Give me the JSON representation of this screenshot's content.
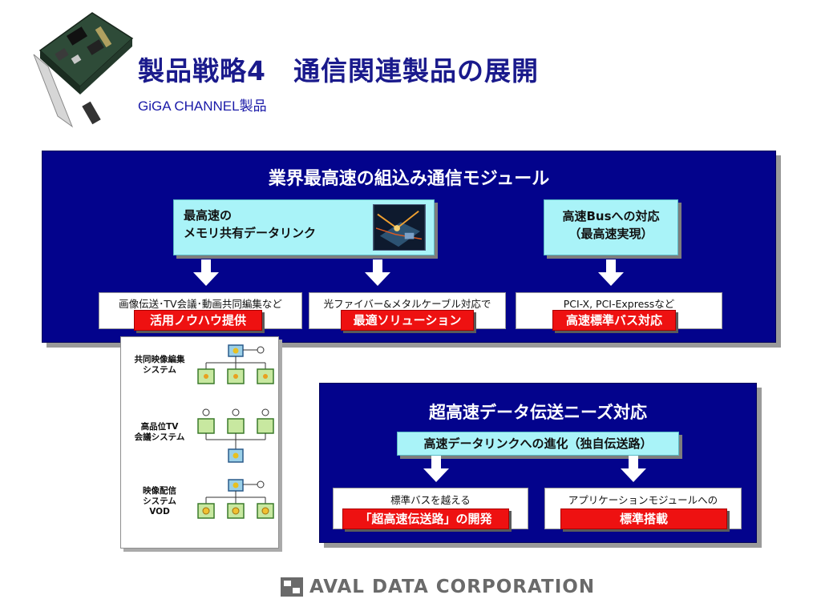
{
  "header": {
    "title": "製品戦略4　通信関連製品の展開",
    "subtitle": "GiGA CHANNEL製品"
  },
  "top_panel": {
    "title": "業界最高速の組込み通信モジュール",
    "memory_box": {
      "line1": "最高速の",
      "line2": "メモリ共有データリンク"
    },
    "bus_box": {
      "line1": "高速Busへの対応",
      "line2": "（最高速実現）"
    },
    "outcomes": [
      {
        "label": "画像伝送･TV会議･動画共同編集など",
        "highlight": "活用ノウハウ提供"
      },
      {
        "label": "光ファイバー&メタルケーブル対応で",
        "highlight": "最適ソリューション"
      },
      {
        "label": "PCI-X, PCI-Expressなど",
        "highlight": "高速標準バス対応"
      }
    ]
  },
  "side_panel": {
    "systems": [
      {
        "line1": "共同映像編集",
        "line2": "システム",
        "line3": ""
      },
      {
        "line1": "高品位TV",
        "line2": "会議システム",
        "line3": ""
      },
      {
        "line1": "映像配信",
        "line2": "システム",
        "line3": "VOD"
      }
    ]
  },
  "bottom_panel": {
    "title": "超高速データ伝送ニーズ対応",
    "link_box": "高速データリンクへの進化（独自伝送路）",
    "outcomes": [
      {
        "label": "標準バスを越える",
        "highlight": "「超高速伝送路」の開発"
      },
      {
        "label": "アプリケーションモジュールへの",
        "highlight": "標準搭載"
      }
    ]
  },
  "footer": {
    "logo_text": "AVAL DATA CORPORATION"
  },
  "colors": {
    "title": "#1a1a8c",
    "panel": "#03038c",
    "cyan_box": "#a9f3f8",
    "red_highlight": "#ee1111",
    "logo": "#6a6a6a"
  },
  "icons": [
    "circuit-board-image",
    "network-photo-thumbnail",
    "down-arrow-icon",
    "system-diagram-icon",
    "company-logo-mark"
  ]
}
